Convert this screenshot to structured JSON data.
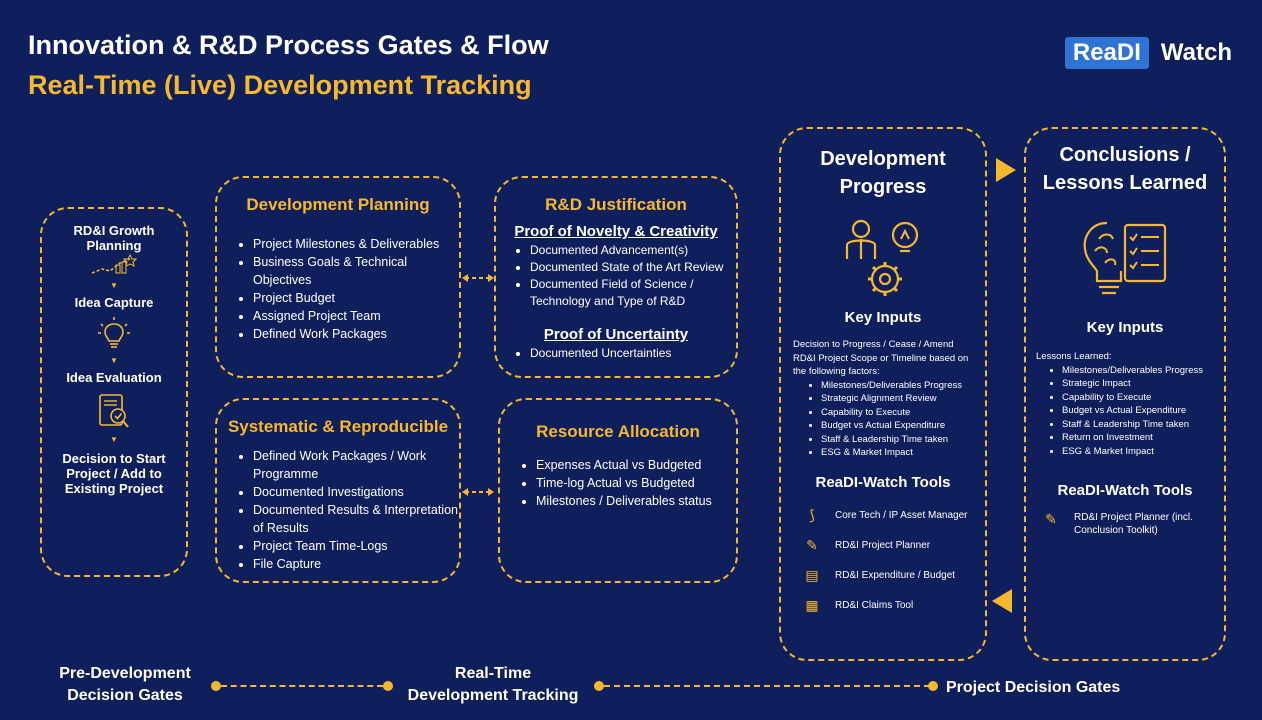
{
  "header": {
    "title": "Innovation & R&D Process Gates & Flow",
    "subtitle": "Real-Time (Live) Development Tracking",
    "logo_box": "ReaDI",
    "logo_text": "Watch"
  },
  "growth": {
    "title_l1": "RD&I Growth",
    "title_l2": "Planning",
    "step1": "Idea Capture",
    "step2": "Idea Evaluation",
    "step3_l1": "Decision to Start",
    "step3_l2": "Project / Add to",
    "step3_l3": "Existing Project"
  },
  "dev_planning": {
    "title": "Development Planning",
    "items": [
      "Project Milestones & Deliverables",
      "Business Goals & Technical Objectives",
      "Project Budget",
      "Assigned Project Team",
      "Defined Work Packages"
    ]
  },
  "systematic": {
    "title": "Systematic & Reproducible",
    "items": [
      "Defined Work Packages / Work Programme",
      "Documented Investigations",
      "Documented Results & Interpretation of Results",
      "Project Team Time-Logs",
      "File Capture"
    ]
  },
  "justification": {
    "title": "R&D Justification",
    "novelty_head": "Proof of Novelty & Creativity",
    "novelty_items": [
      "Documented Advancement(s)",
      "Documented State of the Art Review",
      "Documented Field of Science / Technology and Type of R&D"
    ],
    "uncertainty_head": "Proof of Uncertainty",
    "uncertainty_items": [
      "Documented Uncertainties"
    ]
  },
  "resource": {
    "title": "Resource Allocation",
    "items": [
      "Expenses Actual vs Budgeted",
      "Time-log Actual vs Budgeted",
      "Milestones / Deliverables status"
    ]
  },
  "progress": {
    "title_l1": "Development",
    "title_l2": "Progress",
    "key_inputs": "Key Inputs",
    "intro": "Decision to Progress / Cease / Amend RD&I Project Scope or Timeline based on the following factors:",
    "items": [
      "Milestones/Deliverables Progress",
      "Strategic Alignment Review",
      "Capability to Execute",
      "Budget vs Actual Expenditure",
      "Staff & Leadership Time taken",
      "ESG & Market Impact"
    ],
    "tools_title": "ReaDI-Watch Tools",
    "tools": [
      "Core Tech / IP Asset Manager",
      "RD&I Project Planner",
      "RD&I Expenditure / Budget",
      "RD&I Claims Tool"
    ]
  },
  "conclusions": {
    "title_l1": "Conclusions /",
    "title_l2": "Lessons Learned",
    "key_inputs": "Key Inputs",
    "intro": "Lessons Learned:",
    "items": [
      "Milestones/Deliverables Progress",
      "Strategic Impact",
      "Capability to Execute",
      "Budget vs Actual Expenditure",
      "Staff & Leadership Time taken",
      "Return on Investment",
      "ESG & Market Impact"
    ],
    "tools_title": "ReaDI-Watch Tools",
    "tool1": "RD&I Project Planner (incl. Conclusion Toolkit)"
  },
  "footer": {
    "gate1_l1": "Pre-Development",
    "gate1_l2": "Decision Gates",
    "gate2_l1": "Real-Time",
    "gate2_l2": "Development Tracking",
    "gate3": "Project Decision Gates"
  },
  "colors": {
    "background": "#0f1f5c",
    "accent": "#f5b82e",
    "logo_blue": "#2f73d6"
  }
}
